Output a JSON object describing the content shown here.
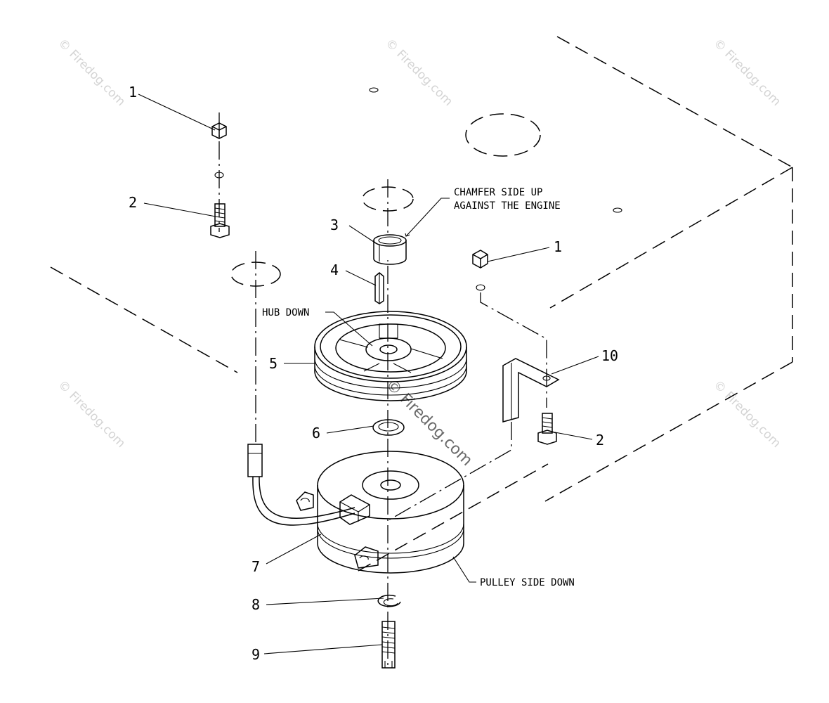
{
  "watermark": {
    "small": "© Firedog.com",
    "big": "© Firedog.com"
  },
  "callouts": {
    "p1_left": "1",
    "p1_right": "1",
    "p2_left": "2",
    "p2_right": "2",
    "p3": "3",
    "p4": "4",
    "p5": "5",
    "p6": "6",
    "p7": "7",
    "p8": "8",
    "p9": "9",
    "p10": "10"
  },
  "notes": {
    "chamfer_line1": "CHAMFER SIDE UP",
    "chamfer_line2": "AGAINST THE ENGINE",
    "hub_down": "HUB DOWN",
    "pulley_side_down": "PULLEY SIDE DOWN"
  }
}
